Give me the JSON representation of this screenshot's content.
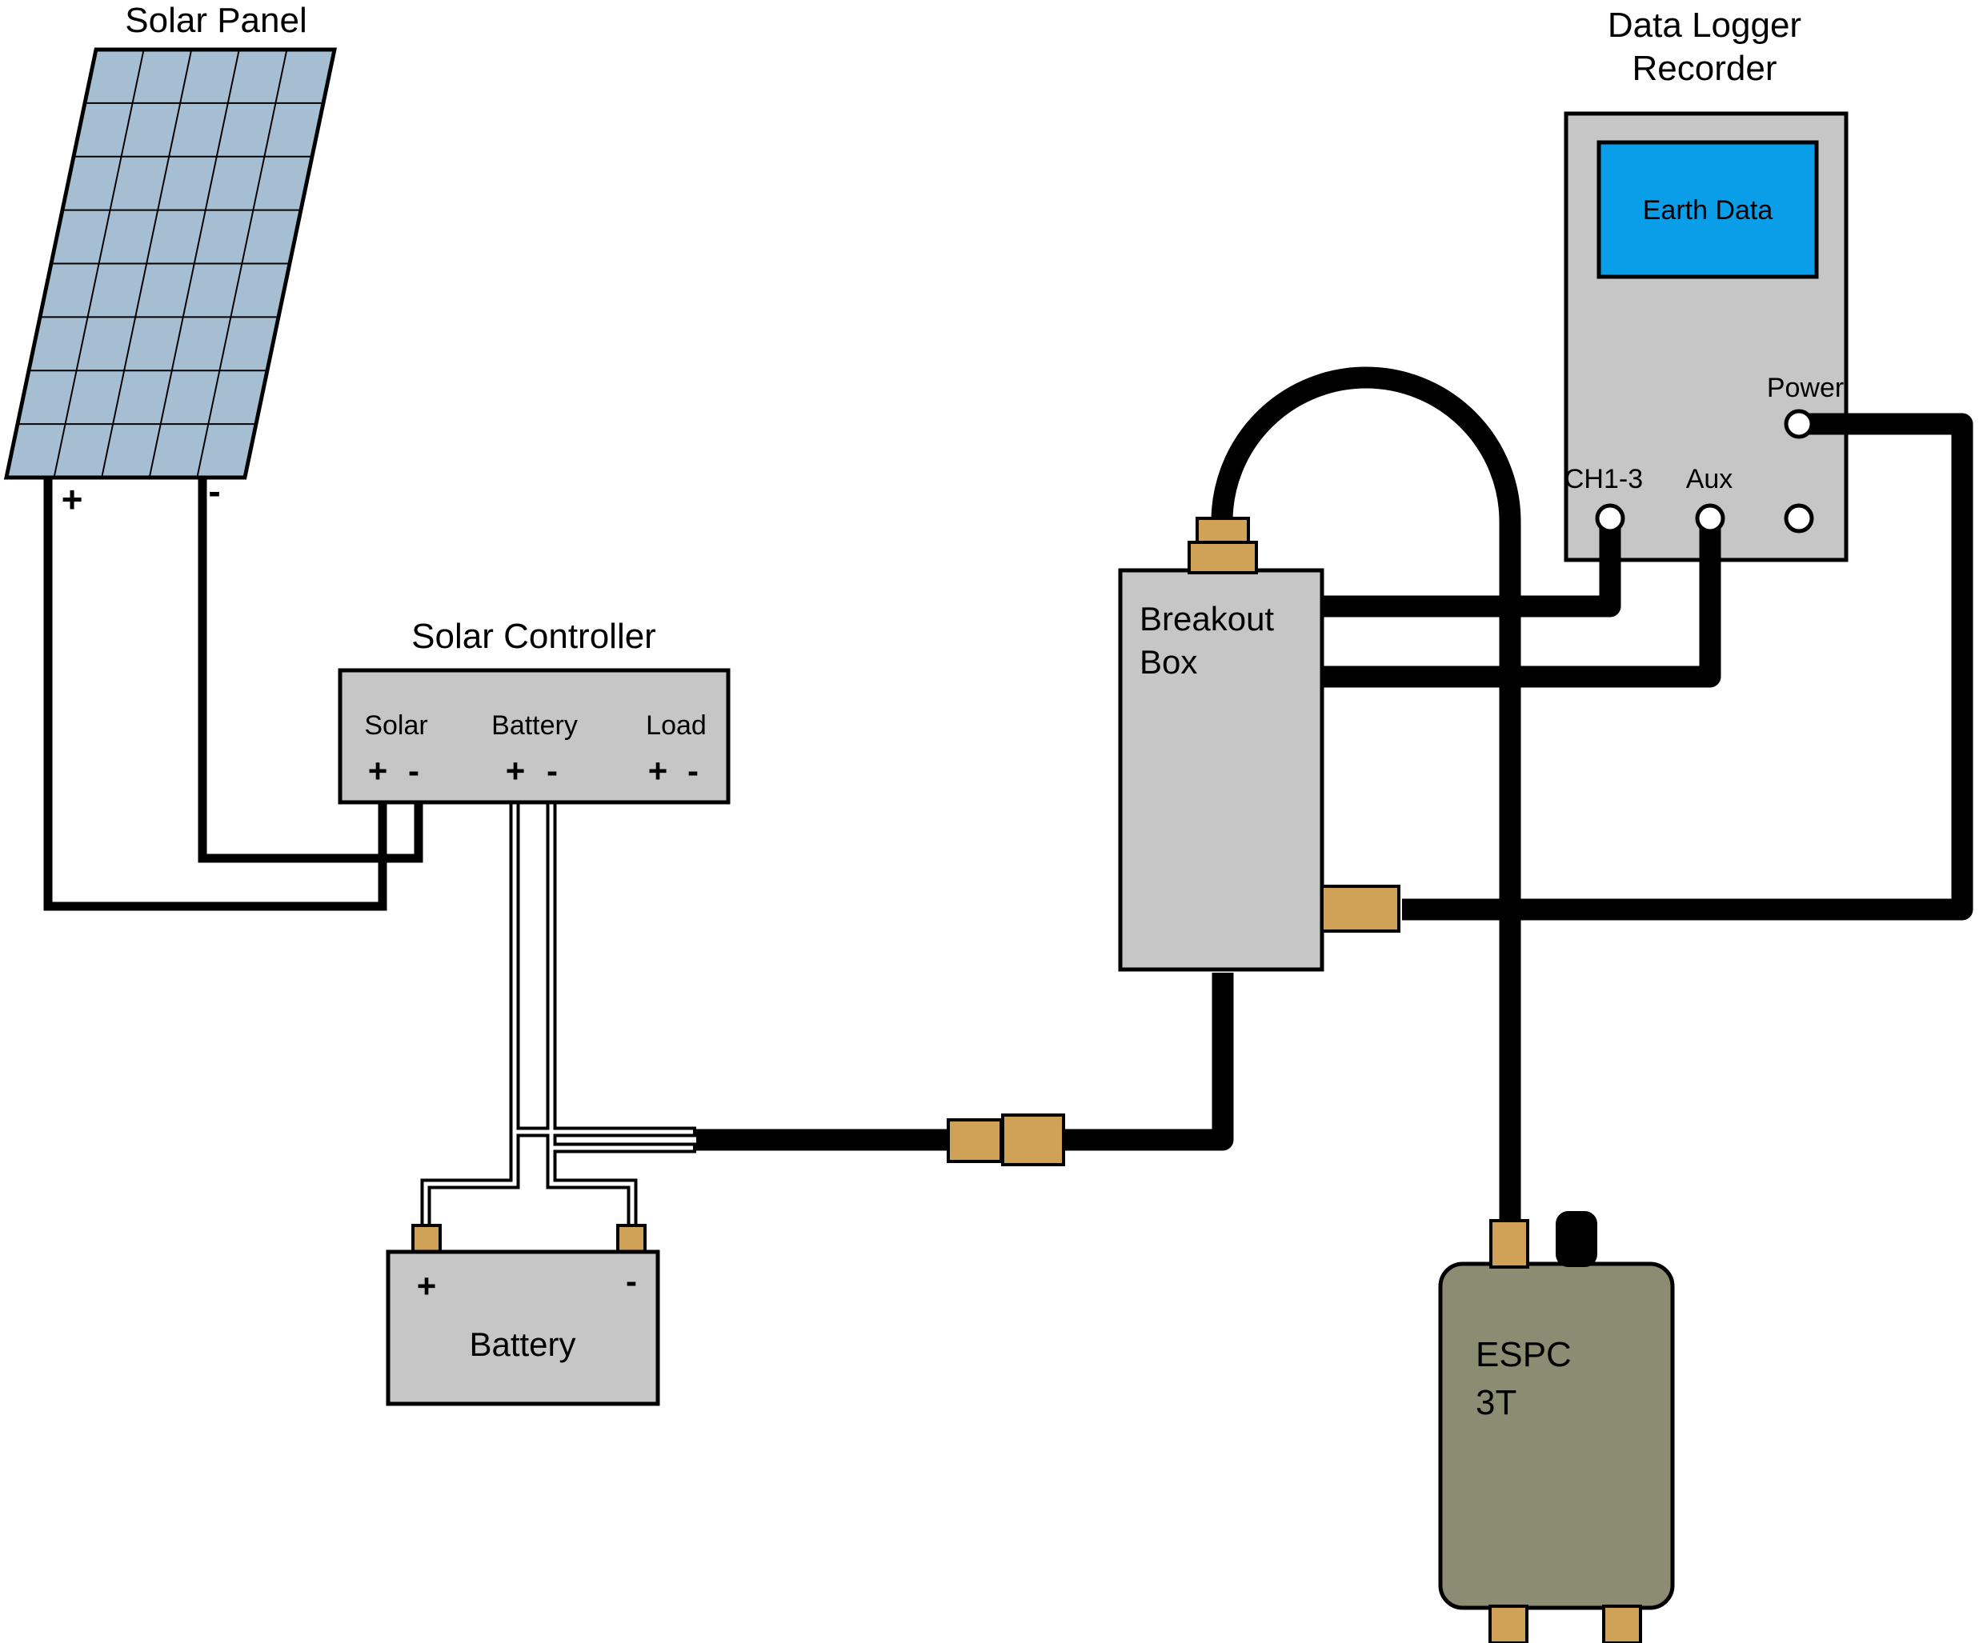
{
  "symbols": {
    "plus": "+",
    "minus": "-"
  },
  "solar_panel": {
    "label": "Solar Panel"
  },
  "solar_controller": {
    "title": "Solar Controller",
    "sections": [
      {
        "label": "Solar"
      },
      {
        "label": "Battery"
      },
      {
        "label": "Load"
      }
    ]
  },
  "battery": {
    "label": "Battery"
  },
  "breakout_box": {
    "label_line1": "Breakout",
    "label_line2": "Box"
  },
  "data_logger": {
    "title_line1": "Data Logger",
    "title_line2": "Recorder",
    "screen_label": "Earth Data",
    "power_label": "Power",
    "ch_label": "CH1-3",
    "aux_label": "Aux"
  },
  "espc": {
    "label_line1": "ESPC",
    "label_line2": "3T"
  },
  "colors": {
    "panel": "#a6bed2",
    "box": "#c6c6c6",
    "screen": "#0a9de8",
    "espc": "#8c8c73",
    "connector": "#cfa258",
    "wire": "#000000"
  }
}
